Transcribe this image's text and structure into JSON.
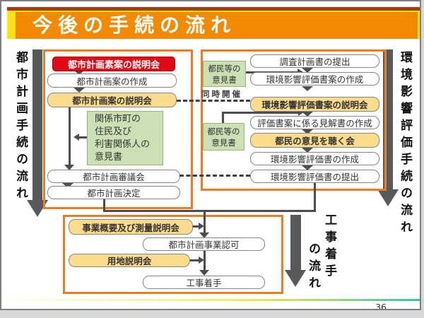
{
  "title": "今後の手続の流れ",
  "page_number": "36",
  "flow_labels": {
    "urban_planning": "都市計画手続の流れ",
    "eia": "環境影響評価手続の流れ",
    "construction_col1": "工事着手",
    "construction_col2": "の流れ"
  },
  "simultaneous_label": "同時開催",
  "urban_planning_panel": {
    "boxes": [
      {
        "label": "都市計画素案の説明会",
        "style": "red"
      },
      {
        "label": "都市計画案の作成",
        "style": "white"
      },
      {
        "label": "都市計画案の説明会",
        "style": "yellow"
      },
      {
        "label": "都市計画審議会",
        "style": "white"
      },
      {
        "label": "都市計画決定",
        "style": "white"
      }
    ],
    "opinion_box": {
      "lines": [
        "関係市町の",
        "住民及び",
        "利害関係人の",
        "意見書"
      ]
    }
  },
  "eia_panel": {
    "boxes": [
      {
        "label": "調査計画書の提出",
        "style": "white"
      },
      {
        "label": "環境影響評価書案の作成",
        "style": "white"
      },
      {
        "label": "環境影響評価書案の説明会",
        "style": "yellow"
      },
      {
        "label": "評価書案に係る見解書の作成",
        "style": "white"
      },
      {
        "label": "都民の意見を聴く会",
        "style": "yellow"
      },
      {
        "label": "環境影響評価書の作成",
        "style": "white"
      },
      {
        "label": "環境影響評価書の提出",
        "style": "white"
      }
    ],
    "opinion_box_1": {
      "lines": [
        "都民等の",
        "意見書"
      ]
    },
    "opinion_box_2": {
      "lines": [
        "都民等の",
        "意見書"
      ]
    }
  },
  "construction_panel": {
    "boxes": [
      {
        "label": "事業概要及び測量説明会",
        "style": "yellow"
      },
      {
        "label": "都市計画事業認可",
        "style": "white"
      },
      {
        "label": "用地説明会",
        "style": "yellow"
      },
      {
        "label": "工事着手",
        "style": "white"
      }
    ]
  },
  "colors": {
    "panel_border_orange": "#E87E27",
    "title_bar_orange": "#F28A05",
    "title_bar_yellow": "#FFE115",
    "title_bar_maroon": "#A23C14",
    "highlight_red": "#E00917",
    "highlight_yellow": "#FBDC8E",
    "note_green": "#CBE0B4",
    "connector_gray": "#4D4D4D",
    "flow_arrow_gray": "#58595B",
    "footer_gradient_right": "#31C1AF"
  }
}
